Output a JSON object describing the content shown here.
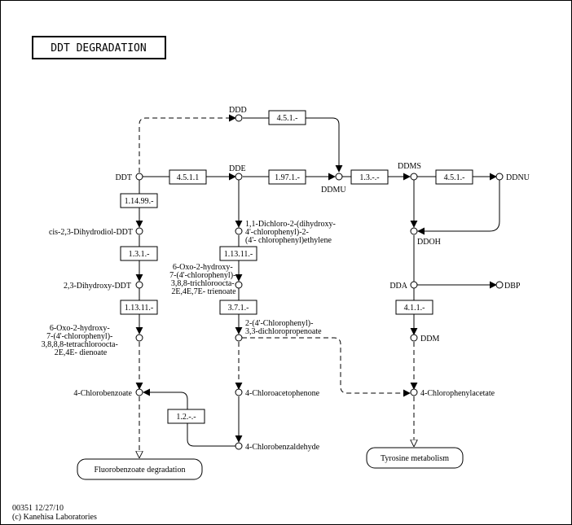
{
  "title": "DDT DEGRADATION",
  "footer": {
    "map_id": "00351 12/27/10",
    "copyright": "(c) Kanehisa Laboratories"
  },
  "compounds": {
    "ddd": "DDD",
    "ddt": "DDT",
    "dde": "DDE",
    "ddmu": "DDMU",
    "ddms": "DDMS",
    "ddnu": "DDNU",
    "ddoh": "DDOH",
    "dda": "DDA",
    "dbp": "DBP",
    "ddm": "DDM",
    "cis_dihydrodiol": "cis-2,3-Dihydrodiol-DDT",
    "dihydroxy_ddt": "2,3-Dihydroxy-DDT",
    "dichloro_ethylene": [
      "1,1-Dichloro-2-(dihydroxy-",
      "4'-chlorophenyl)-2-",
      "(4'- chlorophenyl)ethylene"
    ],
    "oxo_trienoate": [
      "6-Oxo-2-hydroxy-",
      "7-(4'-chlorophenyl)-",
      "3,8,8-trichloroocta-",
      "2E,4E,7E- trienoate"
    ],
    "oxo_dienoate": [
      "6-Oxo-2-hydroxy-",
      "7-(4'-chlorophenyl)-",
      "3,8,8,8-tetrachloroocta-",
      "2E,4E- dienoate"
    ],
    "chlorophenyl_propenoate": [
      "2-(4'-Chlorophenyl)-",
      "3,3-dichloropropenoate"
    ],
    "chlorobenzoate": "4-Chlorobenzoate",
    "chloroacetophenone": "4-Chloroacetophenone",
    "chlorophenylacetate": "4-Chlorophenylacetate",
    "chlorobenzaldehyde": "4-Chlorobenzaldehyde"
  },
  "enzymes": {
    "e_ddd_ddmu": "4.5.1.-",
    "e_ddt_dde": "4.5.1.1",
    "e_dde_ddmu": "1.97.1.-",
    "e_ddmu_ddms": "1.3.-.-",
    "e_ddms_ddnu": "4.5.1.-",
    "e_ddt_dihydrodiol": "1.14.99.-",
    "e_dihydrodiol_dihydroxy": "1.3.1.-",
    "e_dihydroxy_dienoate": "1.13.11.-",
    "e_dichloro_trienoate": "1.13.11.-",
    "e_trienoate_propenoate": "3.7.1.-",
    "e_dda_ddm": "4.1.1.-",
    "e_aldehyde_benzoate": "1.2.-.-"
  },
  "linked_maps": {
    "fluorobenzoate": "Fluorobenzoate degradation",
    "tyrosine": "Tyrosine metabolism"
  }
}
